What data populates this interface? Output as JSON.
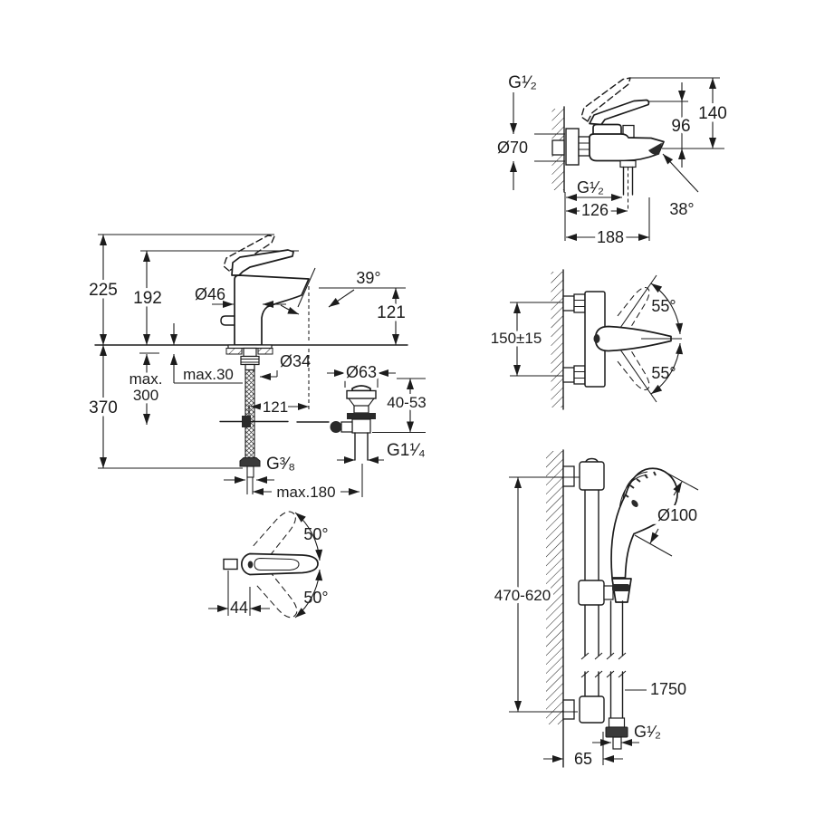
{
  "basin": {
    "total_height": "225",
    "height_to_lever": "192",
    "spout_angle": "39°",
    "spout_height": "121",
    "body_dia": "Ø46",
    "deck_max": "max.30",
    "shank_dia": "Ø34",
    "below_deck": "370",
    "hose_max_l1": "max.",
    "hose_max_l2": "300",
    "reach": "121",
    "supply_thread": "G³⁄₈",
    "rod_reach": "max.180"
  },
  "waste": {
    "flange_dia": "Ø63",
    "clamp_range": "40-53",
    "thread": "G1¹⁄₄"
  },
  "handle": {
    "swing_up": "50°",
    "swing_down": "50°",
    "width": "44"
  },
  "bath": {
    "inlet_thread": "G¹⁄₂",
    "escutcheon_dia": "Ø70",
    "height_spout_top": "96",
    "height_total": "140",
    "outlet_thread": "G¹⁄₂",
    "outlet_offset": "126",
    "spray_angle": "38°",
    "projection": "188"
  },
  "shower_mixer": {
    "conn_distance": "150±15",
    "swing_up": "55°",
    "swing_down": "55°"
  },
  "rail": {
    "head_dia": "Ø100",
    "height_range": "470-620",
    "hose_length": "1750",
    "hose_thread": "G¹⁄₂",
    "wall_offset": "65"
  }
}
